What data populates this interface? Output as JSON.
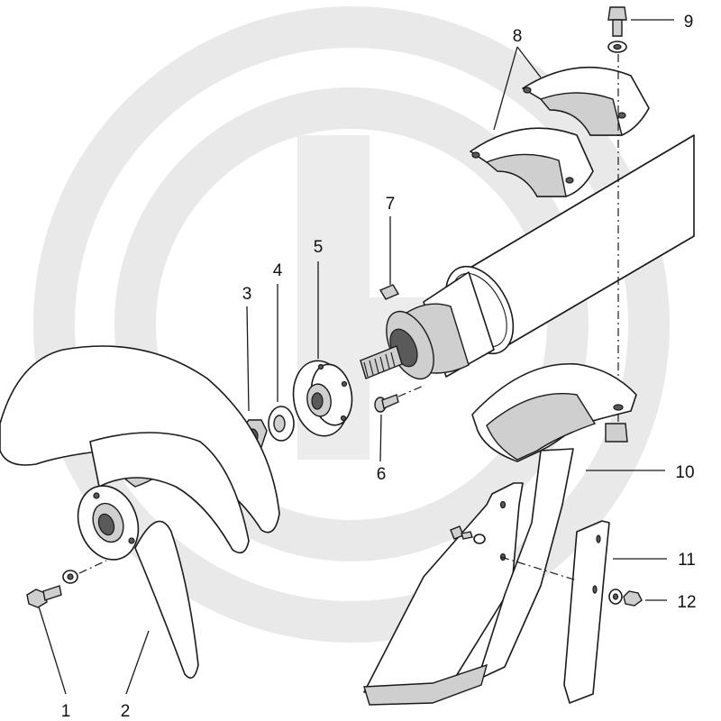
{
  "diagram": {
    "type": "exploded-parts-view",
    "colors": {
      "line": "#1a1a1a",
      "watermark": "#e9e9e9",
      "background": "#ffffff"
    },
    "callouts": [
      "1",
      "2",
      "3",
      "4",
      "5",
      "6",
      "7",
      "8",
      "9",
      "10",
      "11",
      "12"
    ]
  }
}
